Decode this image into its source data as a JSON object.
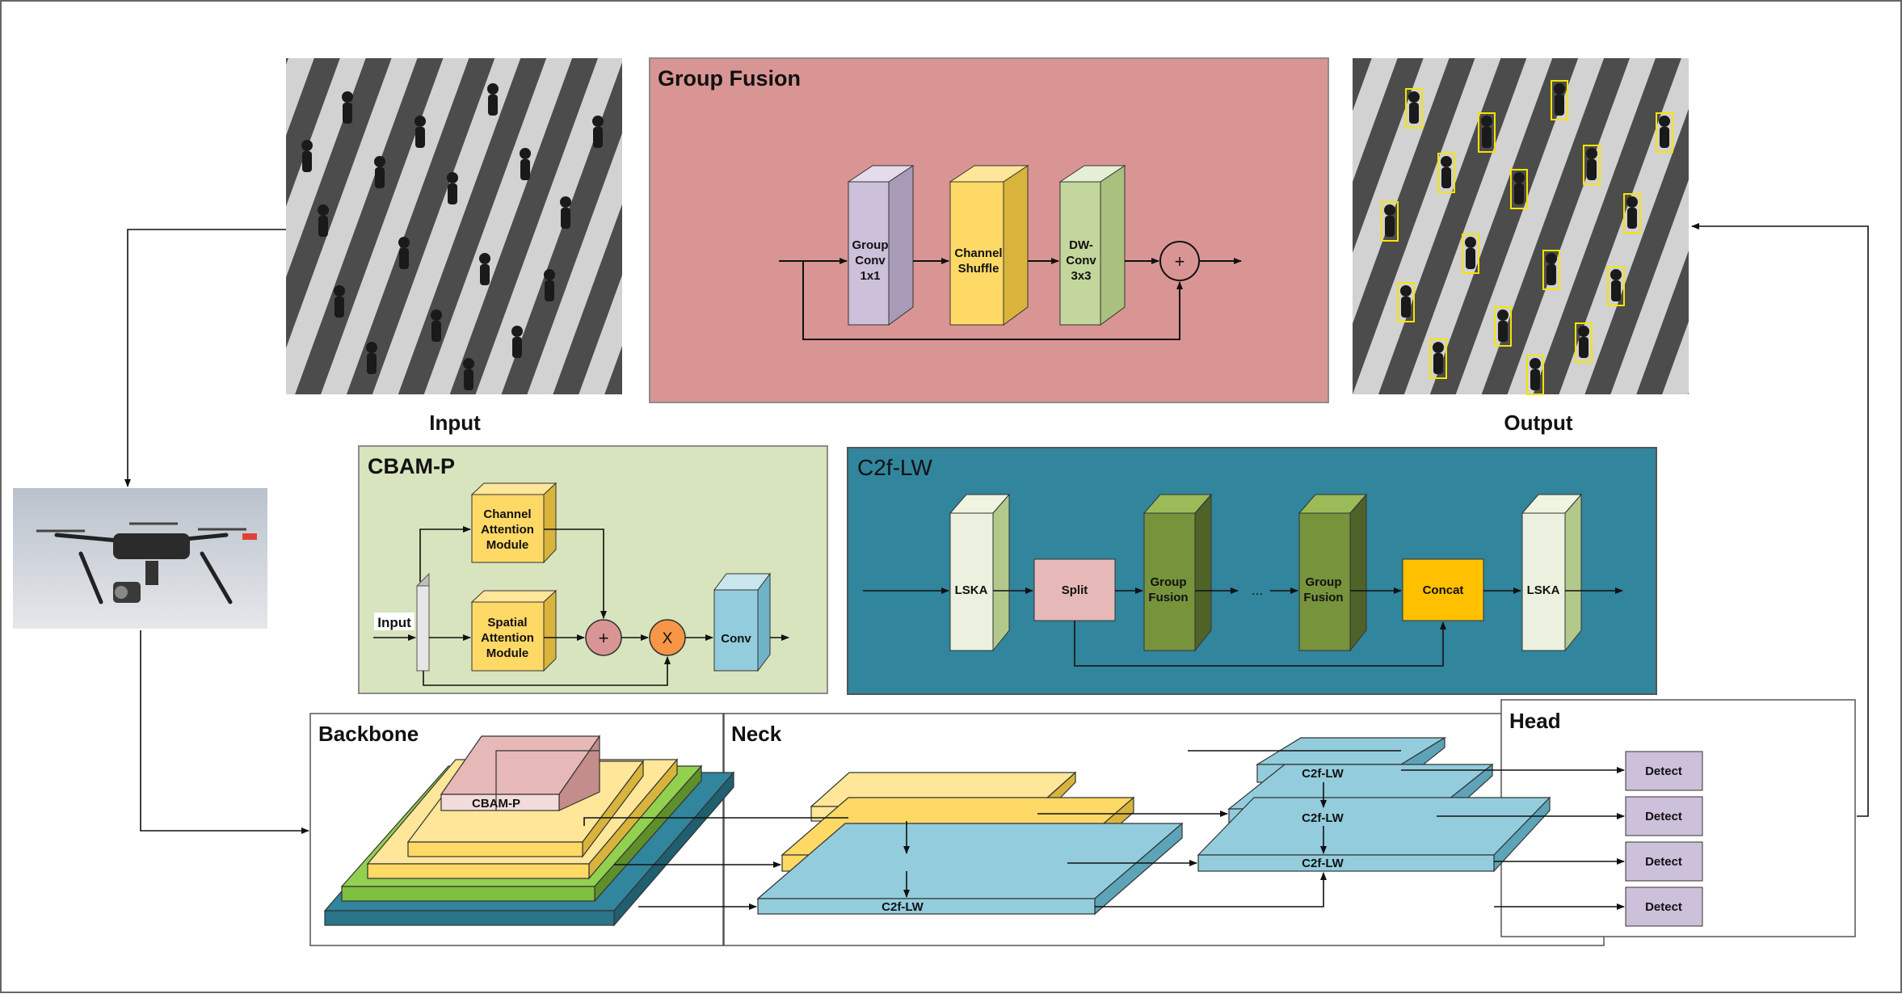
{
  "images": {
    "input_label": "Input",
    "output_label": "Output"
  },
  "group_fusion": {
    "title": "Group Fusion",
    "block1": [
      "Group",
      "Conv",
      "1x1"
    ],
    "block2": [
      "Channel",
      "Shuffle"
    ],
    "block3": [
      "DW-",
      "Conv",
      "3x3"
    ],
    "add_symbol": "+"
  },
  "cbam_p": {
    "title": "CBAM-P",
    "input_label": "Input",
    "channel_attention": [
      "Channel",
      "Attention",
      "Module"
    ],
    "spatial_attention": [
      "Spatial",
      "Attention",
      "Module"
    ],
    "add_symbol": "+",
    "mul_symbol": "X",
    "conv_label": "Conv"
  },
  "c2f_lw": {
    "title": "C2f-LW",
    "lska_in": "LSKA",
    "split": "Split",
    "group_fusion_1": [
      "Group",
      "Fusion"
    ],
    "ellipsis": "...",
    "group_fusion_2": [
      "Group",
      "Fusion"
    ],
    "concat": "Concat",
    "lska_out": "LSKA"
  },
  "backbone": {
    "title": "Backbone",
    "cbam_label": "CBAM-P"
  },
  "neck": {
    "title": "Neck",
    "left_c2f": "C2f-LW",
    "right_c2f_top": "C2f-LW",
    "right_c2f_mid": "C2f-LW",
    "right_c2f_bot": "C2f-LW"
  },
  "head": {
    "title": "Head",
    "detect": [
      "Detect",
      "Detect",
      "Detect",
      "Detect"
    ]
  },
  "colors": {
    "group_fusion_bg": "#d99594",
    "cbam_bg": "#d7e4bd",
    "c2f_bg": "#31859c",
    "purple": "#ccc0da",
    "yellow": "#ffd966",
    "green_light": "#d7e4bd",
    "green_dark": "#77933c",
    "pink": "#e6b9b8",
    "orange": "#ffc000",
    "blue_light": "#93cddd",
    "teal": "#31859c"
  }
}
